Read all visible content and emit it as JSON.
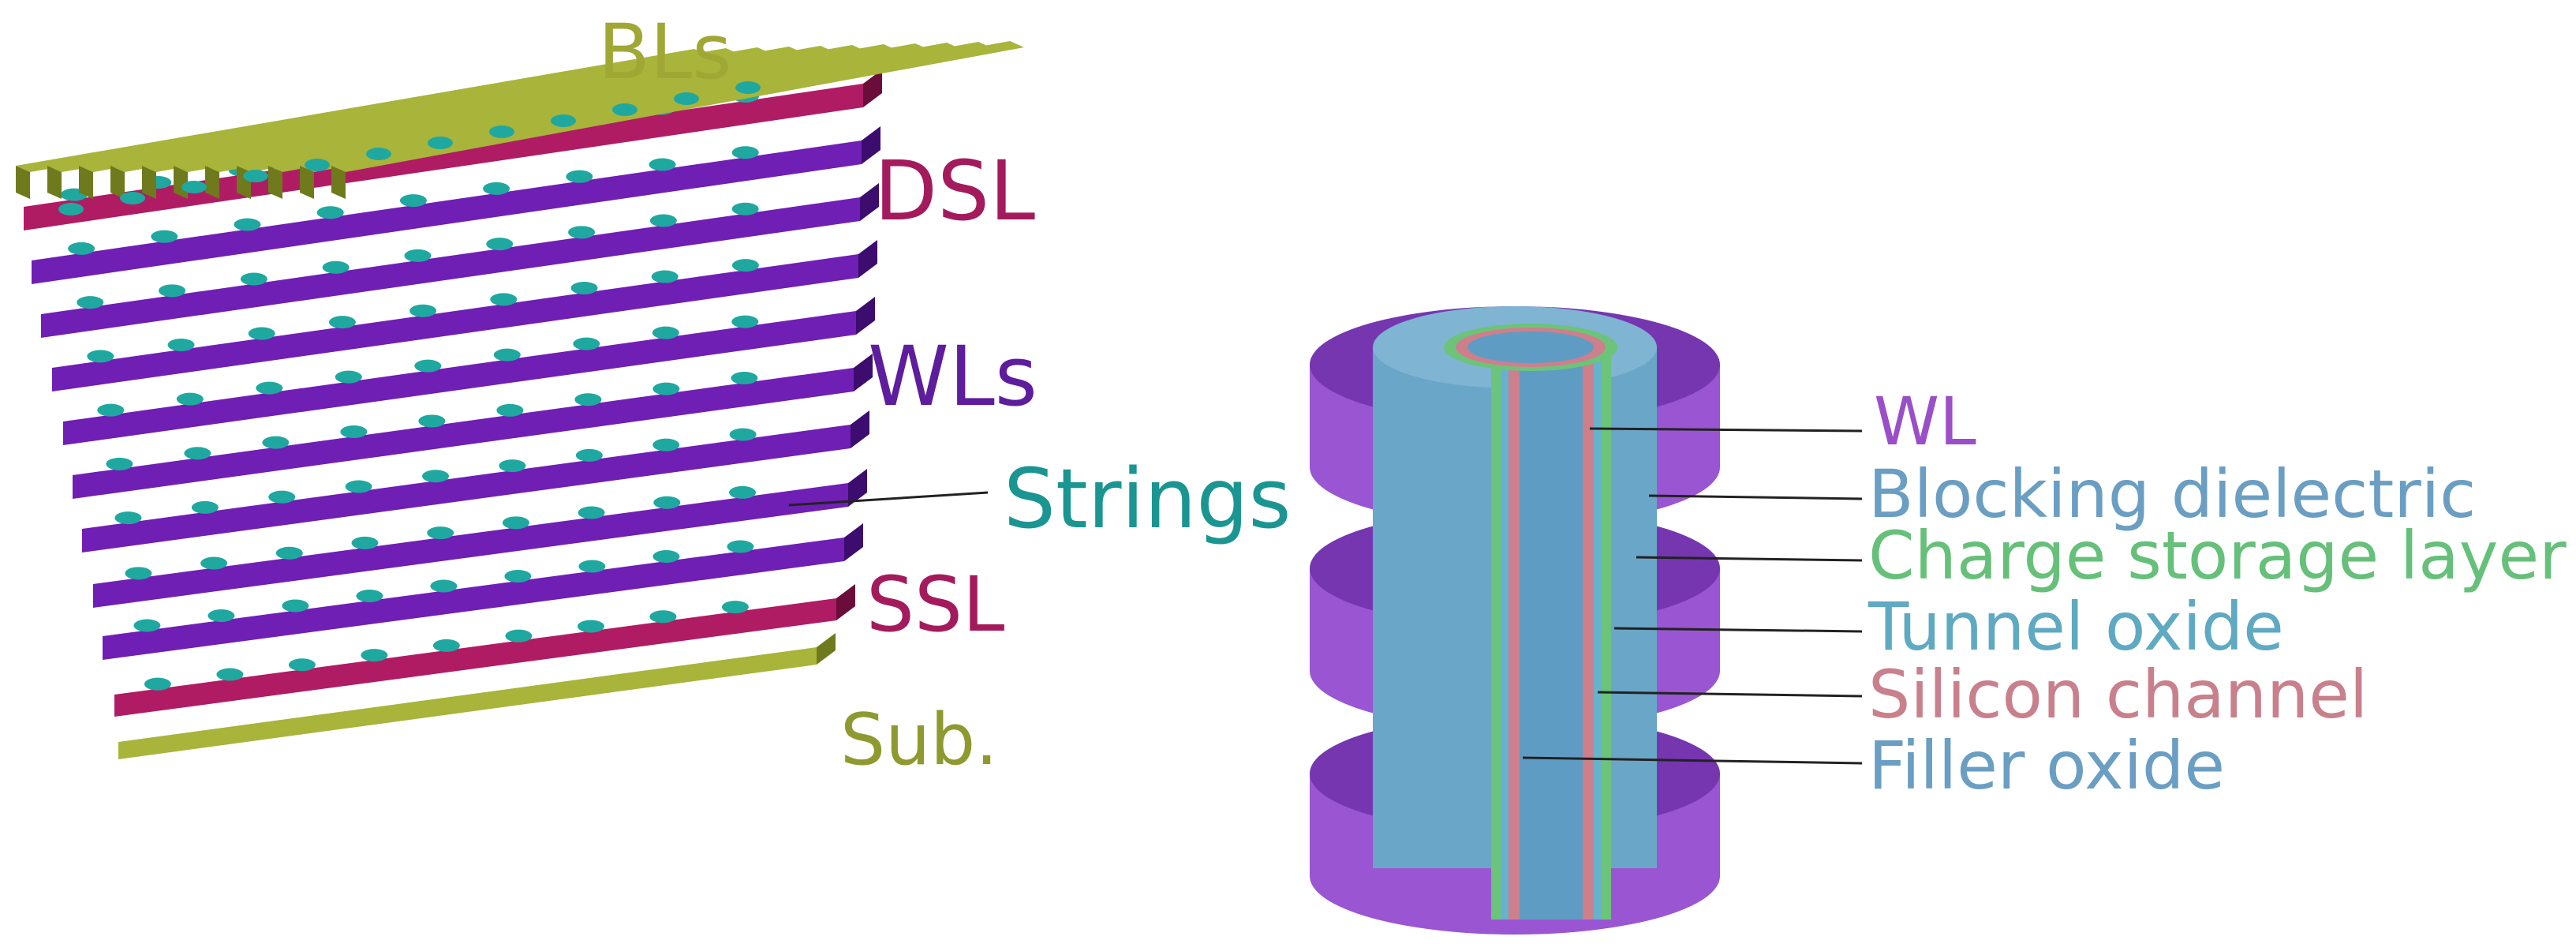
{
  "colors": {
    "olive": "#a8b43a",
    "olive_dark": "#6e7a1c",
    "magenta": "#b01c64",
    "magenta_dark": "#6a0d3a",
    "violet": "#6f1fb4",
    "violet_dark": "#3c0c6e",
    "teal": "#1fa8a0",
    "teal_dark": "#0c6a66",
    "wl_cell": "#9a55d3",
    "wl_cell_dark": "#7536b0",
    "blocking": "#6aa6c8",
    "charge": "#6cc47a",
    "tunnel": "#67b2cc",
    "silicon": "#cd7f8c",
    "filler": "#5f9cc4"
  },
  "left_diagram": {
    "labels": {
      "bls": "BLs",
      "dsl": "DSL",
      "wls": "WLs",
      "strings": "Strings",
      "ssl": "SSL",
      "sub": "Sub."
    }
  },
  "right_diagram": {
    "labels": [
      {
        "key": "wl",
        "text": "WL",
        "color": "#9a4fc8"
      },
      {
        "key": "blocking",
        "text": "Blocking dielectric",
        "color": "#6a9ec2"
      },
      {
        "key": "charge",
        "text": "Charge storage layer",
        "color": "#66c07a"
      },
      {
        "key": "tunnel",
        "text": "Tunnel oxide",
        "color": "#5fa9c2"
      },
      {
        "key": "silicon",
        "text": "Silicon channel",
        "color": "#c8808c"
      },
      {
        "key": "filler",
        "text": "Filler oxide",
        "color": "#6a9ec2"
      }
    ]
  }
}
